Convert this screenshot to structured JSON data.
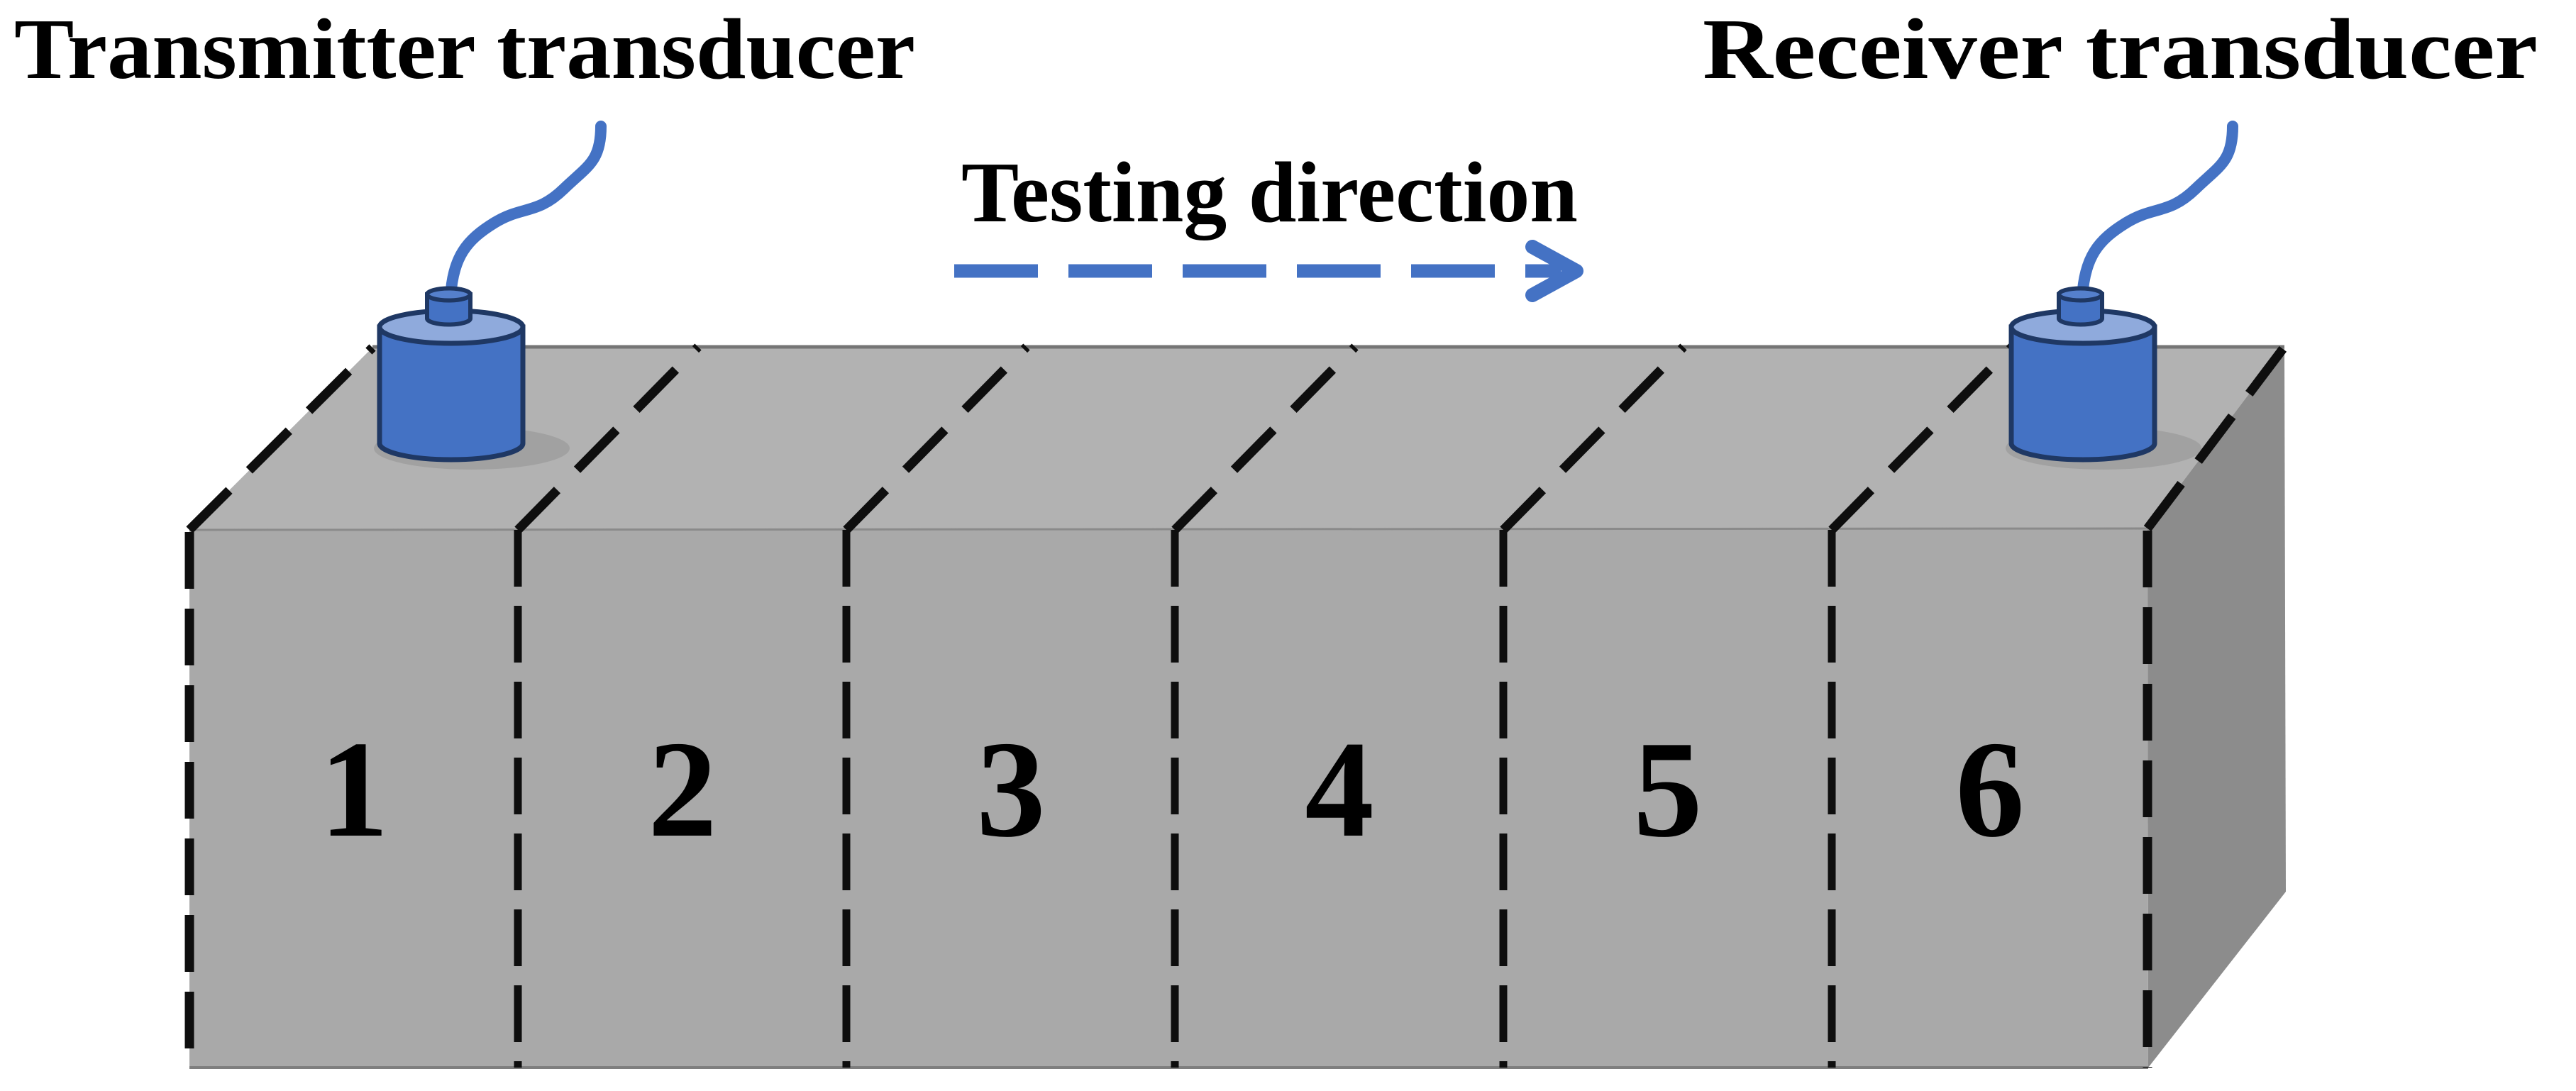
{
  "figure": {
    "title_left": "Transmitter transducer",
    "title_right": "Receiver transducer",
    "direction_label": "Testing direction",
    "beam": {
      "segment_labels": [
        "1",
        "2",
        "3",
        "4",
        "5",
        "6"
      ]
    },
    "colors": {
      "transducer_body": "#4472c4",
      "transducer_top": "#8faadc",
      "transducer_knob_top": "#5580cc",
      "transducer_outline": "#1f3864",
      "cable_blue": "#4472c4",
      "arrow_blue": "#4472c4",
      "beam_top_gray": "#b2b2b2",
      "beam_front_gray": "#a9a9a9",
      "beam_side_gray": "#8c8c8c",
      "dashed_edge_black": "#0e0e0e",
      "label_black": "#000000"
    }
  }
}
